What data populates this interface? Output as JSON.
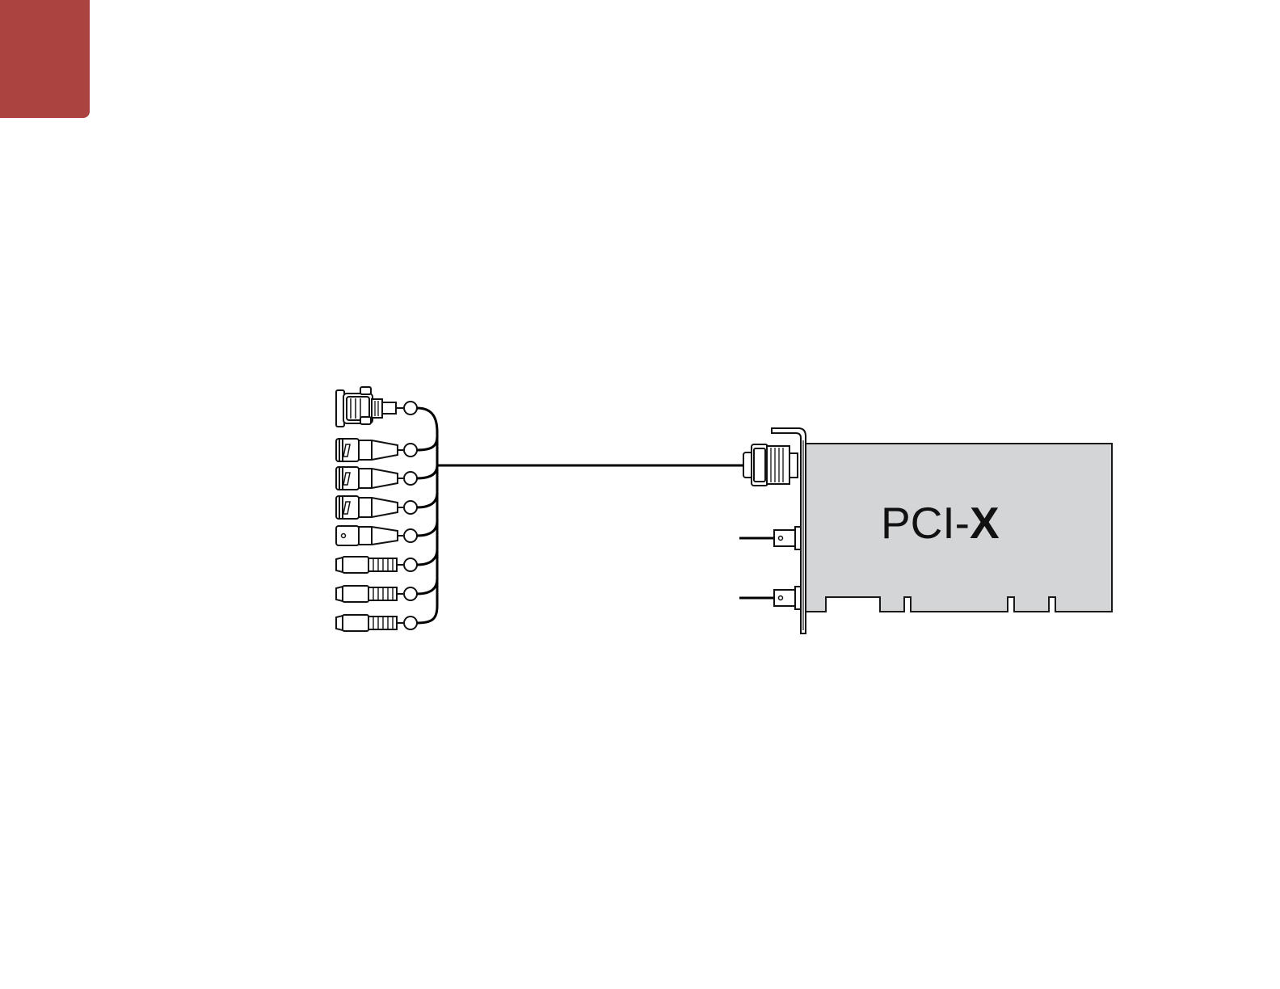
{
  "page": {
    "background": "#ffffff",
    "corner_tab_color": "#ab4340"
  },
  "diagram": {
    "card": {
      "label_prefix": "PCI-",
      "label_bold": "X",
      "fill": "#d4d5d7",
      "stroke": "#1a1a1a"
    },
    "breakout_cable": {
      "connectors": [
        {
          "kind": "db9",
          "icon": "db9-connector-icon"
        },
        {
          "kind": "bnc",
          "icon": "bnc-connector-icon"
        },
        {
          "kind": "bnc",
          "icon": "bnc-connector-icon"
        },
        {
          "kind": "bnc",
          "icon": "bnc-connector-icon"
        },
        {
          "kind": "bnc",
          "icon": "bnc-connector-icon"
        },
        {
          "kind": "xlr",
          "icon": "xlr-connector-icon"
        },
        {
          "kind": "xlr",
          "icon": "xlr-connector-icon"
        },
        {
          "kind": "xlr",
          "icon": "xlr-connector-icon"
        }
      ]
    },
    "card_ports": [
      {
        "kind": "high-density",
        "icon": "hd-port-icon"
      },
      {
        "kind": "bnc",
        "icon": "bnc-port-icon"
      },
      {
        "kind": "bnc",
        "icon": "bnc-port-icon"
      }
    ],
    "line_color": "#000000"
  }
}
